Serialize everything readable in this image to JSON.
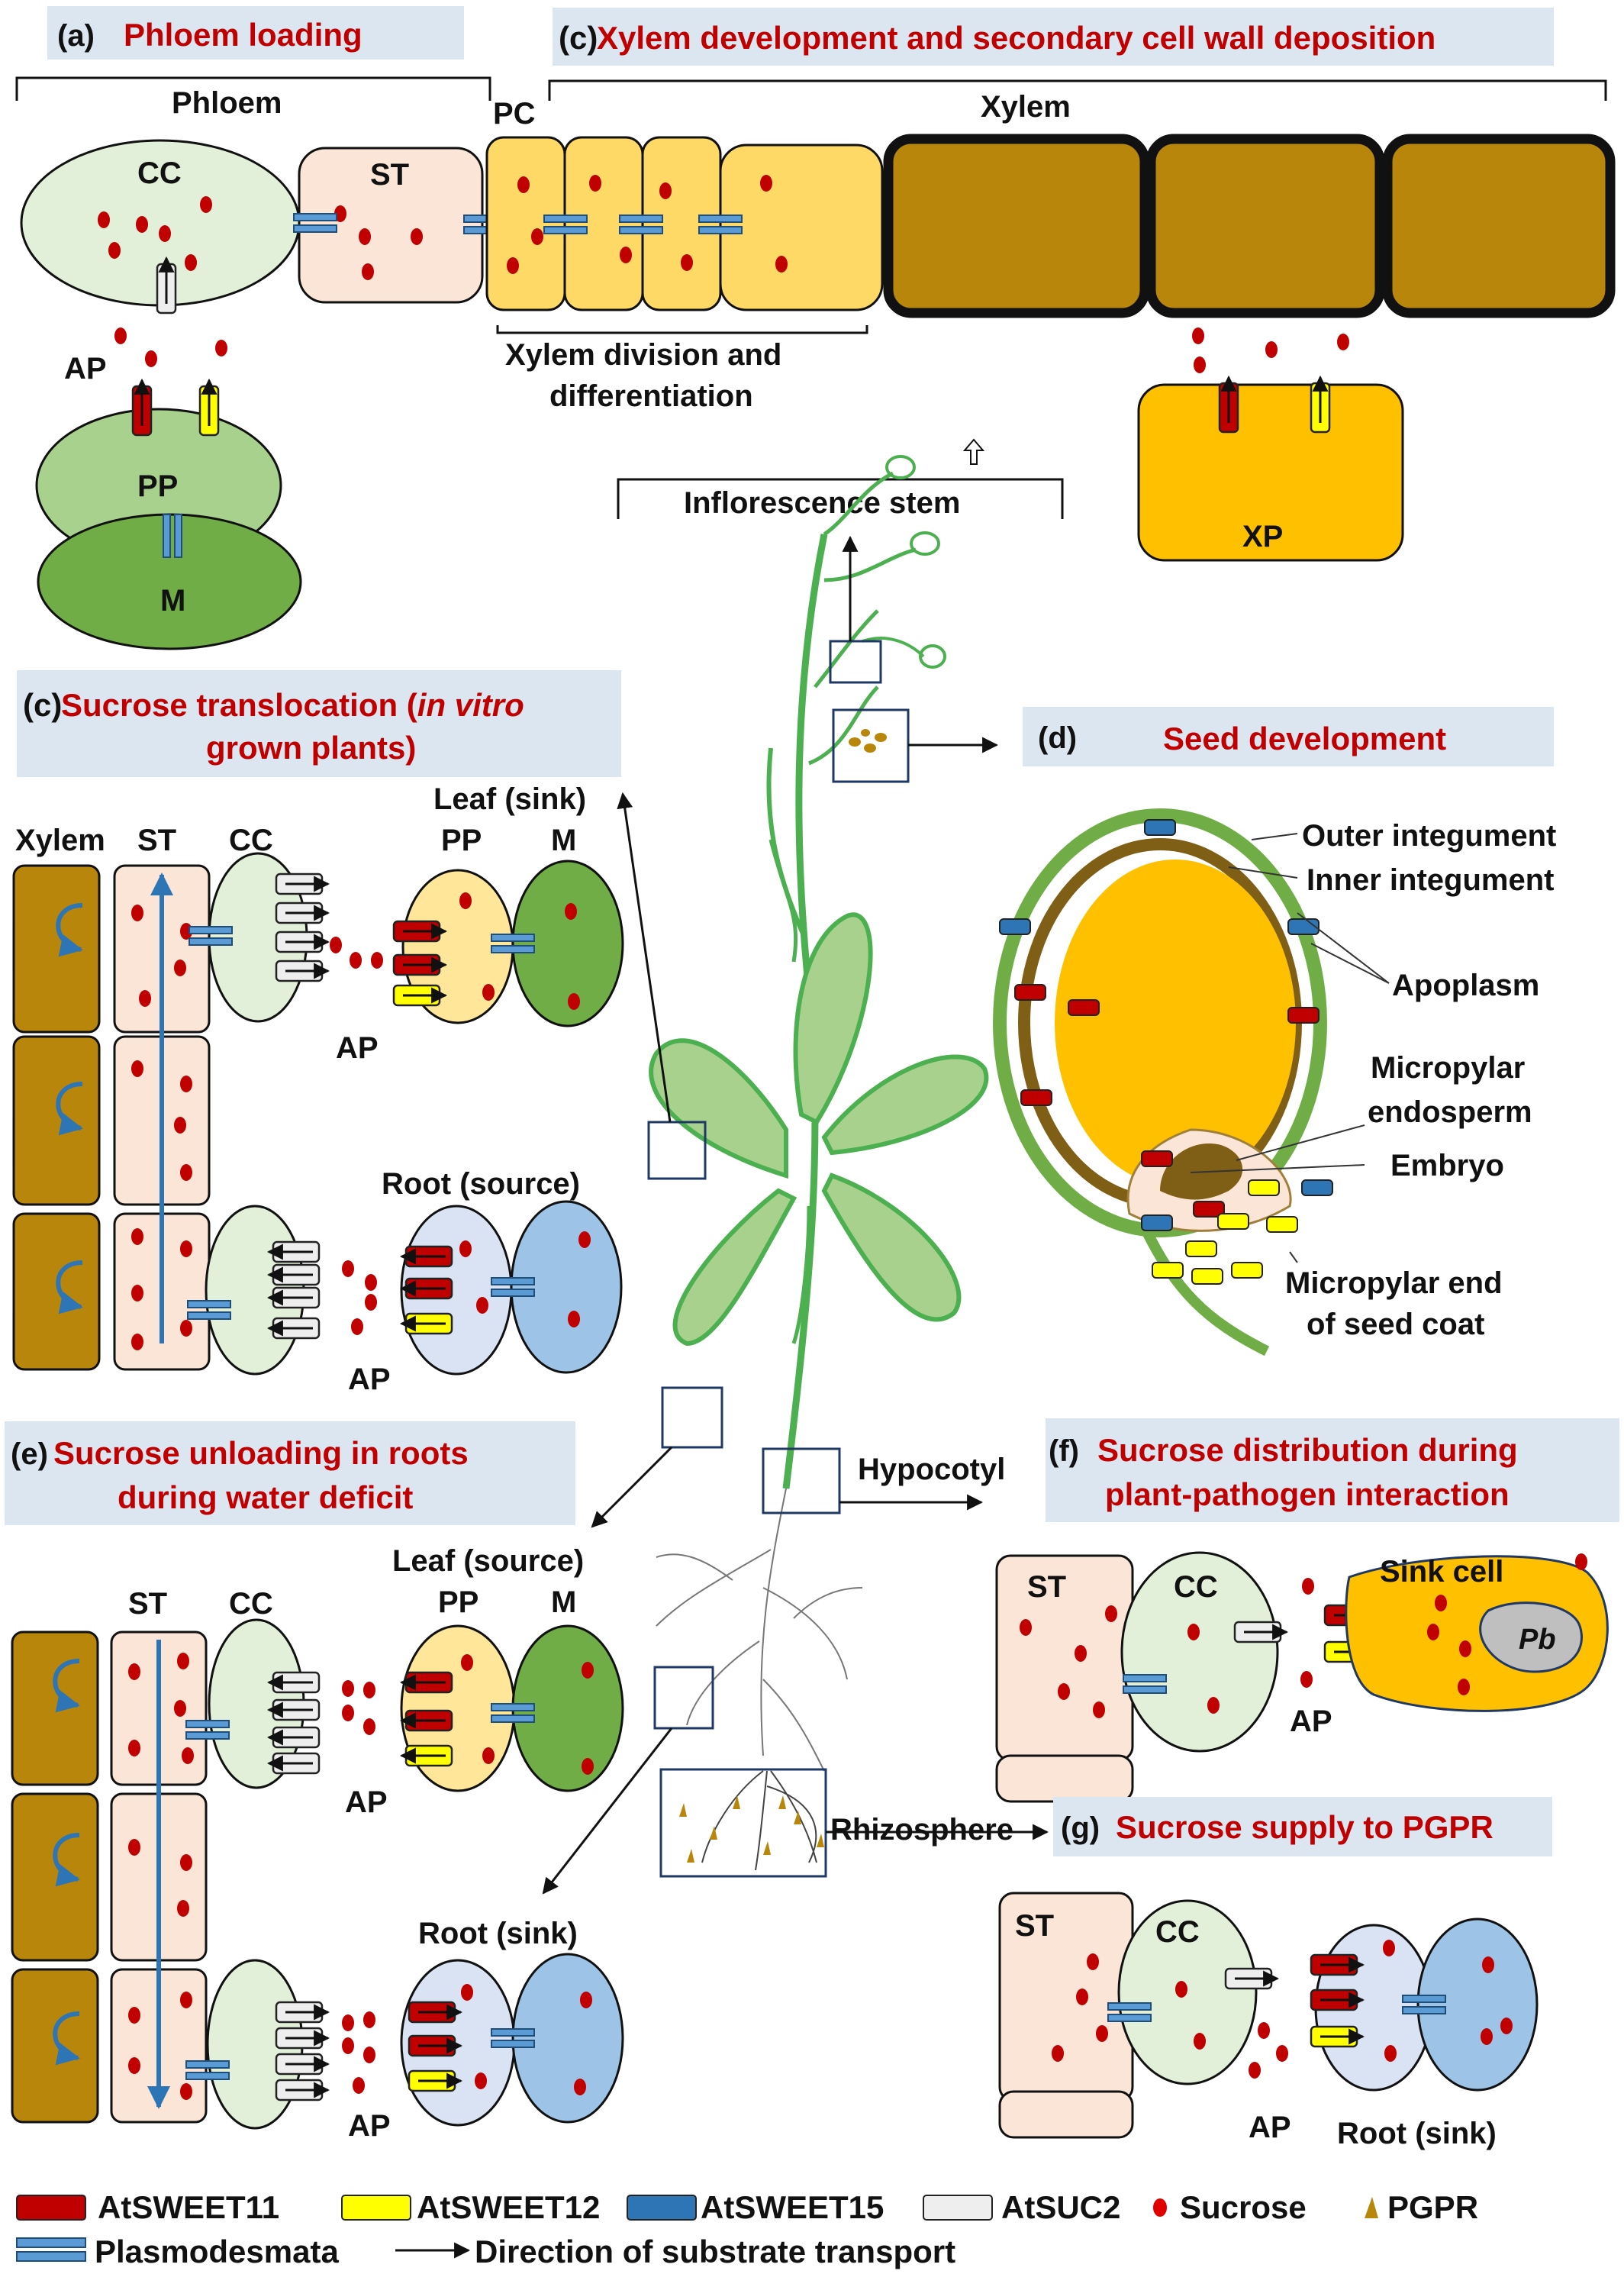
{
  "panels": {
    "a": {
      "letter": "(a)",
      "title": "Phloem loading"
    },
    "c_top": {
      "letter": "(c)",
      "title": "Xylem development and secondary cell wall deposition"
    },
    "c_mid": {
      "letter": "(c)",
      "title_1": "Sucrose translocation (",
      "title_italic": "in vitro",
      "title_2": "grown plants)"
    },
    "d": {
      "letter": "(d)",
      "title": "Seed development"
    },
    "e": {
      "letter": "(e)",
      "title_1": "Sucrose unloading in roots",
      "title_2": "during water deficit"
    },
    "f": {
      "letter": "(f)",
      "title_1": "Sucrose distribution during",
      "title_2": "plant-pathogen interaction"
    },
    "g": {
      "letter": "(g)",
      "title": "Sucrose supply to PGPR"
    }
  },
  "labels": {
    "phloem": "Phloem",
    "pc": "PC",
    "xylem": "Xylem",
    "cc": "CC",
    "st": "ST",
    "ap": "AP",
    "pp": "PP",
    "m": "M",
    "xp": "XP",
    "xylem_div_1": "Xylem division and",
    "xylem_div_2": "differentiation",
    "inflorescence": "Inflorescence stem",
    "leaf_sink": "Leaf (sink)",
    "root_source": "Root (source)",
    "leaf_source": "Leaf (source)",
    "root_sink": "Root (sink)",
    "outer_integument": "Outer integument",
    "inner_integument": "Inner integument",
    "apoplasm": "Apoplasm",
    "micropylar_endo_1": "Micropylar",
    "micropylar_endo_2": "endosperm",
    "embryo": "Embryo",
    "micropylar_end_1": "Micropylar end",
    "micropylar_end_2": "of seed coat",
    "hypocotyl": "Hypocotyl",
    "rhizosphere": "Rhizosphere",
    "sink_cell": "Sink cell",
    "pb": "Pb"
  },
  "legend": {
    "sweet11": "AtSWEET11",
    "sweet12": "AtSWEET12",
    "sweet15": "AtSWEET15",
    "suc2": "AtSUC2",
    "sucrose": "Sucrose",
    "pgpr": "PGPR",
    "plasmodesmata": "Plasmodesmata",
    "direction": "Direction of substrate transport"
  },
  "colors": {
    "sweet11": "#c00000",
    "sweet12": "#ffff00",
    "sweet15": "#2e75b6",
    "suc2": "#eeeeee",
    "sucrose": "#e00000",
    "xylem_wall": "#b8860b",
    "title_red": "#c00000",
    "title_box": "#dce6f1"
  }
}
